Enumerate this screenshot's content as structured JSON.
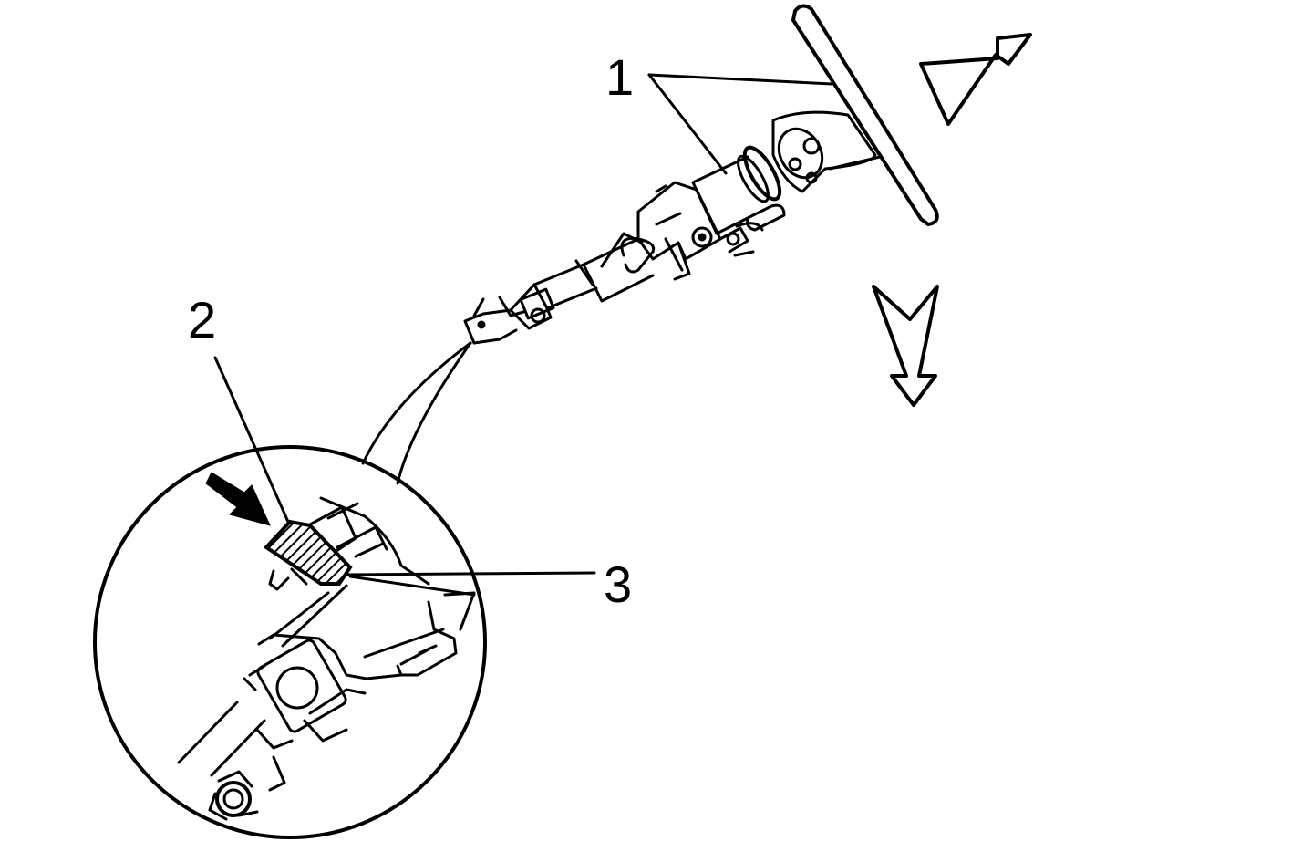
{
  "callouts": [
    {
      "id": "1",
      "label": "1"
    },
    {
      "id": "2",
      "label": "2"
    },
    {
      "id": "3",
      "label": "3"
    }
  ],
  "colors": {
    "ink": "#000000",
    "background": "#ffffff"
  },
  "icons": [
    "arrow-up-right-icon",
    "arrow-down-icon",
    "push-arrow-icon"
  ]
}
